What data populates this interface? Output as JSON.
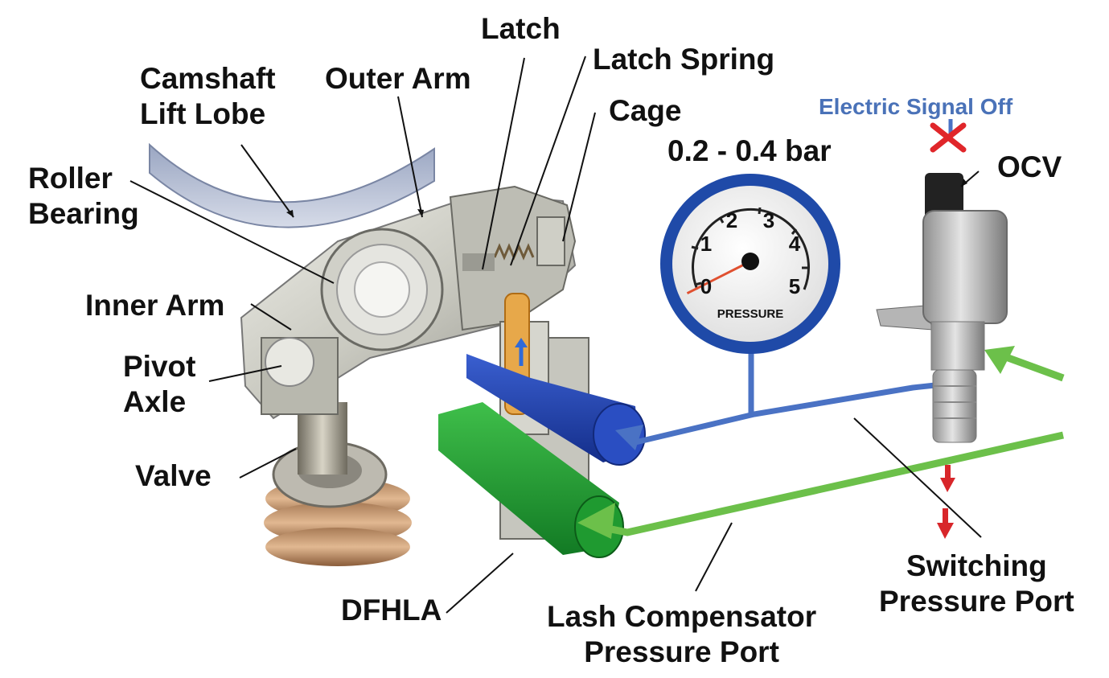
{
  "labels": {
    "camshaft_lift_lobe": [
      "Camshaft",
      "Lift Lobe"
    ],
    "outer_arm": "Outer Arm",
    "latch": "Latch",
    "latch_spring": "Latch Spring",
    "cage": "Cage",
    "roller_bearing": [
      "Roller",
      "Bearing"
    ],
    "inner_arm": "Inner Arm",
    "pivot_axle": [
      "Pivot",
      "Axle"
    ],
    "valve": "Valve",
    "dfhla": "DFHLA",
    "lash_compensator_pressure_port": [
      "Lash Compensator",
      "Pressure Port"
    ],
    "switching_pressure_port": [
      "Switching",
      "Pressure Port"
    ],
    "pressure_range": "0.2 - 0.4 bar",
    "electric_signal": "Electric Signal Off",
    "ocv": "OCV"
  },
  "gauge": {
    "ticks": [
      "0",
      "1",
      "2",
      "3",
      "4",
      "5"
    ],
    "caption": "PRESSURE",
    "needle_value": 0.3,
    "max_value": 5
  },
  "colors": {
    "oil_low_pressure": "#6cc04a",
    "oil_switching": "#4a72c4",
    "drain_arrow": "#d8262a",
    "signal_off_mark": "#e0262a",
    "gauge_ring": "#1f4aa8"
  },
  "icons": {
    "signal_off": "x-mark-icon",
    "drain": "down-arrow-icon"
  }
}
